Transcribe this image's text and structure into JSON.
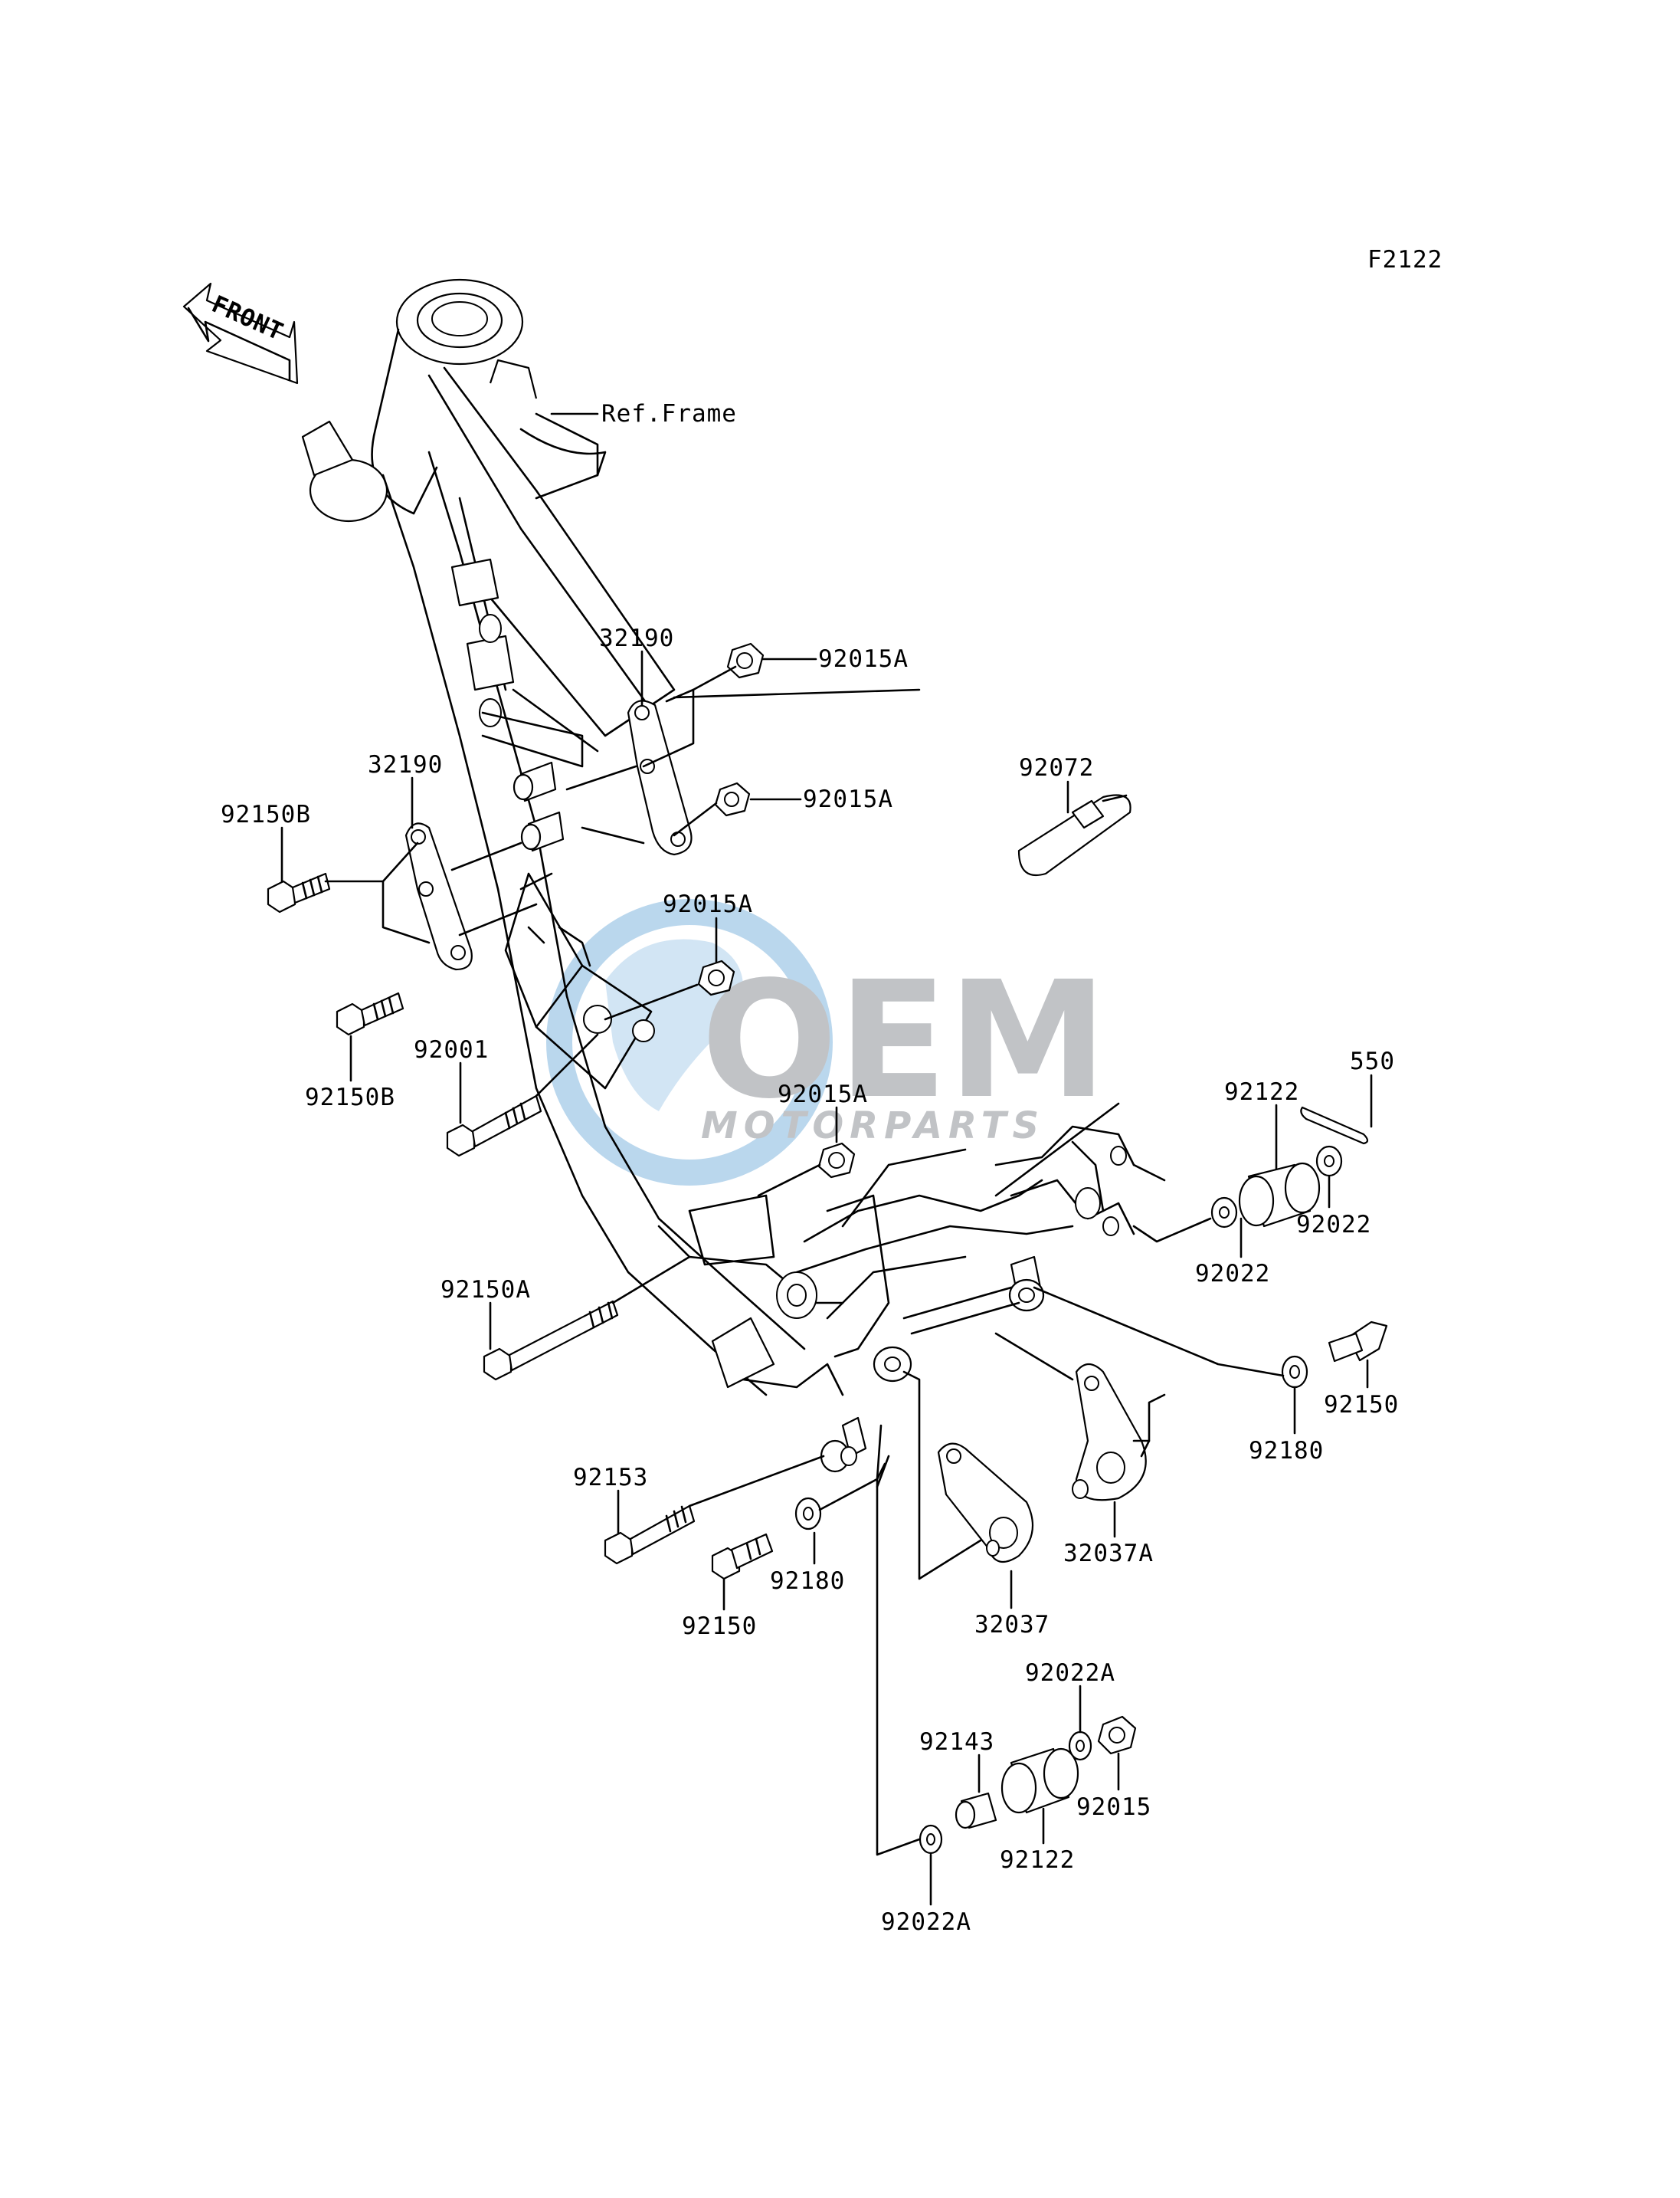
{
  "figure_code": "F2122",
  "front_label": "FRONT",
  "ref_frame_label": "Ref.Frame",
  "watermark": {
    "brand": "OEM",
    "sub": "MOTORPARTS",
    "color_blue": "#6ba9d9",
    "color_gray": "#b7b9bd"
  },
  "callouts": [
    {
      "id": "c-32190-upper",
      "part": "32190"
    },
    {
      "id": "c-92015A-1",
      "part": "92015A"
    },
    {
      "id": "c-92015A-2",
      "part": "92015A"
    },
    {
      "id": "c-32190-lower",
      "part": "32190"
    },
    {
      "id": "c-92150B-1",
      "part": "92150B"
    },
    {
      "id": "c-92150B-2",
      "part": "92150B"
    },
    {
      "id": "c-92015A-3",
      "part": "92015A"
    },
    {
      "id": "c-92001",
      "part": "92001"
    },
    {
      "id": "c-92015A-4",
      "part": "92015A"
    },
    {
      "id": "c-92072",
      "part": "92072"
    },
    {
      "id": "c-550",
      "part": "550"
    },
    {
      "id": "c-92122-upper",
      "part": "92122"
    },
    {
      "id": "c-92022-right",
      "part": "92022"
    },
    {
      "id": "c-92022-mid",
      "part": "92022"
    },
    {
      "id": "c-92150A",
      "part": "92150A"
    },
    {
      "id": "c-92150-right",
      "part": "92150"
    },
    {
      "id": "c-92180-right",
      "part": "92180"
    },
    {
      "id": "c-92153",
      "part": "92153"
    },
    {
      "id": "c-32037A",
      "part": "32037A"
    },
    {
      "id": "c-92180-left",
      "part": "92180"
    },
    {
      "id": "c-92150-left",
      "part": "92150"
    },
    {
      "id": "c-32037",
      "part": "32037"
    },
    {
      "id": "c-92022A-upper",
      "part": "92022A"
    },
    {
      "id": "c-92143",
      "part": "92143"
    },
    {
      "id": "c-92015",
      "part": "92015"
    },
    {
      "id": "c-92122-lower",
      "part": "92122"
    },
    {
      "id": "c-92022A-lower",
      "part": "92022A"
    }
  ]
}
